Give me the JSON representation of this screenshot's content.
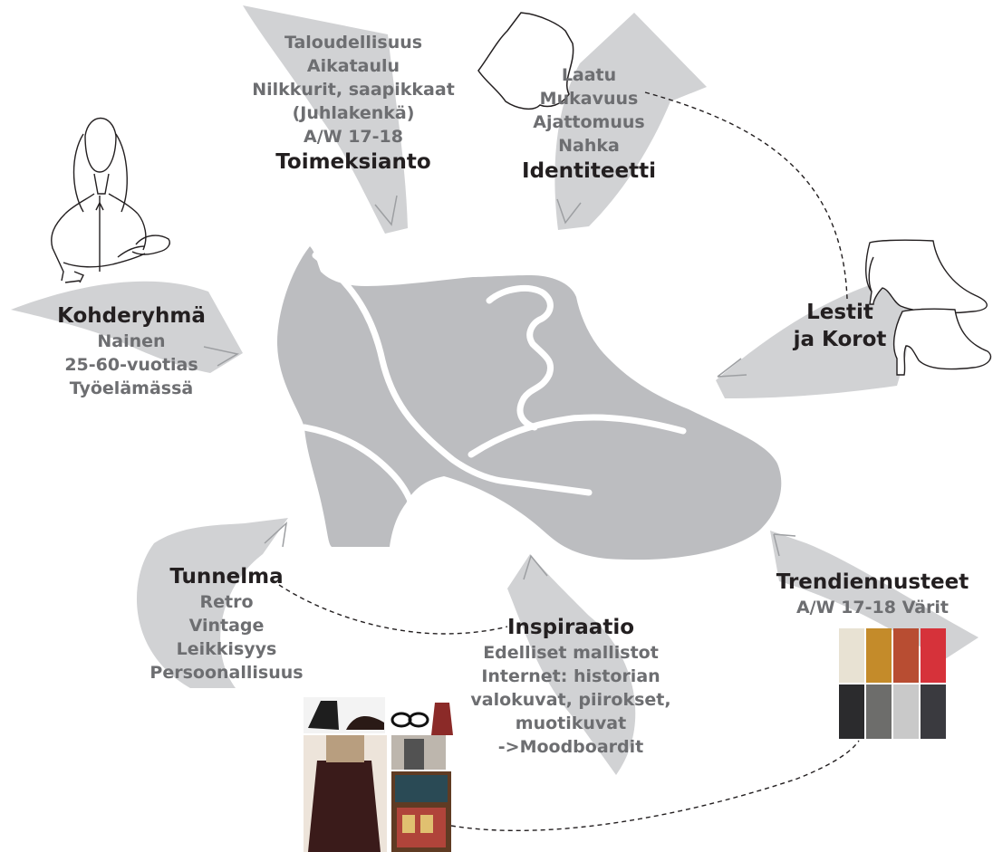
{
  "toimeksianto": {
    "items": [
      "Taloudellisuus",
      "Aikataulu",
      "Nilkkurit, saapikkaat",
      "(Juhlakenkä)",
      "A/W 17-18"
    ],
    "title": "Toimeksianto"
  },
  "identiteetti": {
    "items": [
      "Laatu",
      "Mukavuus",
      "Ajattomuus",
      "Nahka"
    ],
    "title": "Identiteetti"
  },
  "kohderyhma": {
    "title": "Kohderyhmä",
    "items": [
      "Nainen",
      "25-60-vuotias",
      "Työelämässä"
    ]
  },
  "lestit": {
    "title_line1": "Lestit",
    "title_line2": "ja Korot"
  },
  "tunnelma": {
    "title": "Tunnelma",
    "items": [
      "Retro",
      "Vintage",
      "Leikkisyys",
      "Persoonallisuus"
    ]
  },
  "inspiraatio": {
    "title": "Inspiraatio",
    "items": [
      "Edelliset mallistot",
      "Internet: historian",
      "valokuvat, piirokset,",
      "muotikuvat",
      "->Moodboardit"
    ]
  },
  "trendit": {
    "title": "Trendiennusteet",
    "subtitle": "A/W 17-18 Värit"
  },
  "colors": {
    "shoe": "#bcbdc0",
    "arrow": "#d1d2d4",
    "arrow_line": "#9d9fa2",
    "heading": "#231f20",
    "text": "#6d6e71",
    "swatches": [
      "#e8e2d3",
      "#c48b2a",
      "#b84d32",
      "#d6323a",
      "#2b2b2d",
      "#6d6d6b",
      "#c9c9c9",
      "#3a3a3f"
    ]
  }
}
